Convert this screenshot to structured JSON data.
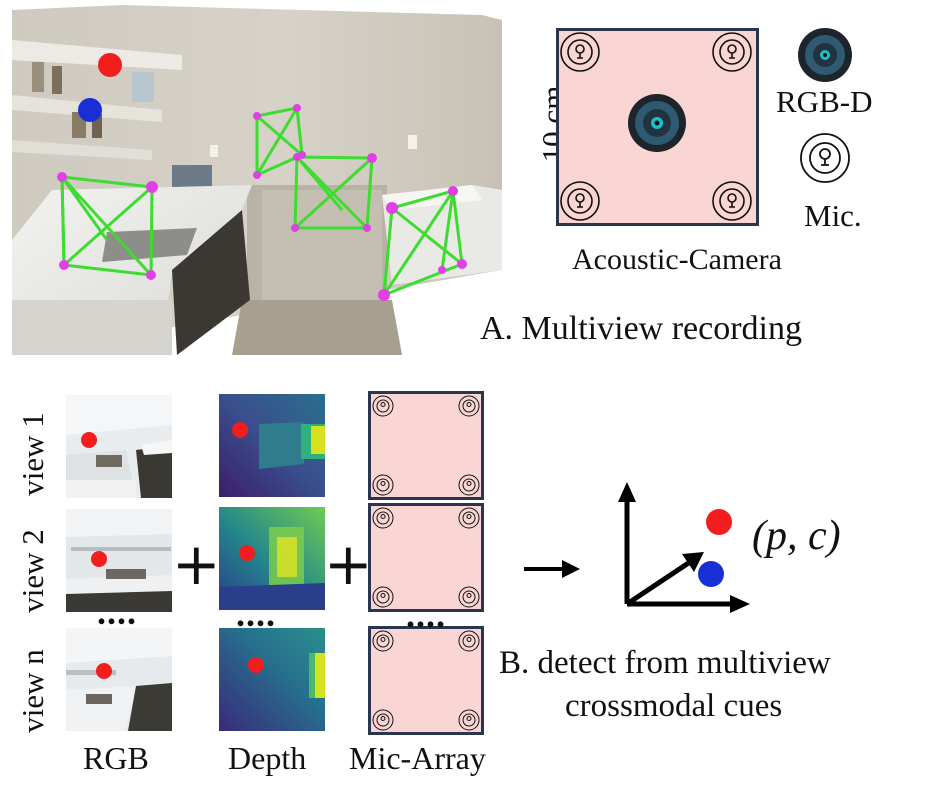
{
  "panel_a": {
    "caption": "A. Multiview recording",
    "device_label": "Acoustic-Camera",
    "size_label": "10 cm",
    "legend": {
      "rgbd_label": "RGB-D",
      "mic_label": "Mic."
    }
  },
  "panel_b": {
    "row_labels": [
      "view 1",
      "view 2",
      "view n"
    ],
    "column_labels": [
      "RGB",
      "Depth",
      "Mic-Array"
    ],
    "ellipsis": "....",
    "output_label": "(p, c)",
    "caption_line1": "B. detect from multiview",
    "caption_line2": "crossmodal cues",
    "plus": "+"
  },
  "colors": {
    "device_fill": "#f9d5d3",
    "device_border": "#2a3550",
    "sound_source": "#f21d1d",
    "listener": "#1a2ed6",
    "camera_frustum": "#3ddc2f",
    "camera_vertex": "#e040e6"
  }
}
